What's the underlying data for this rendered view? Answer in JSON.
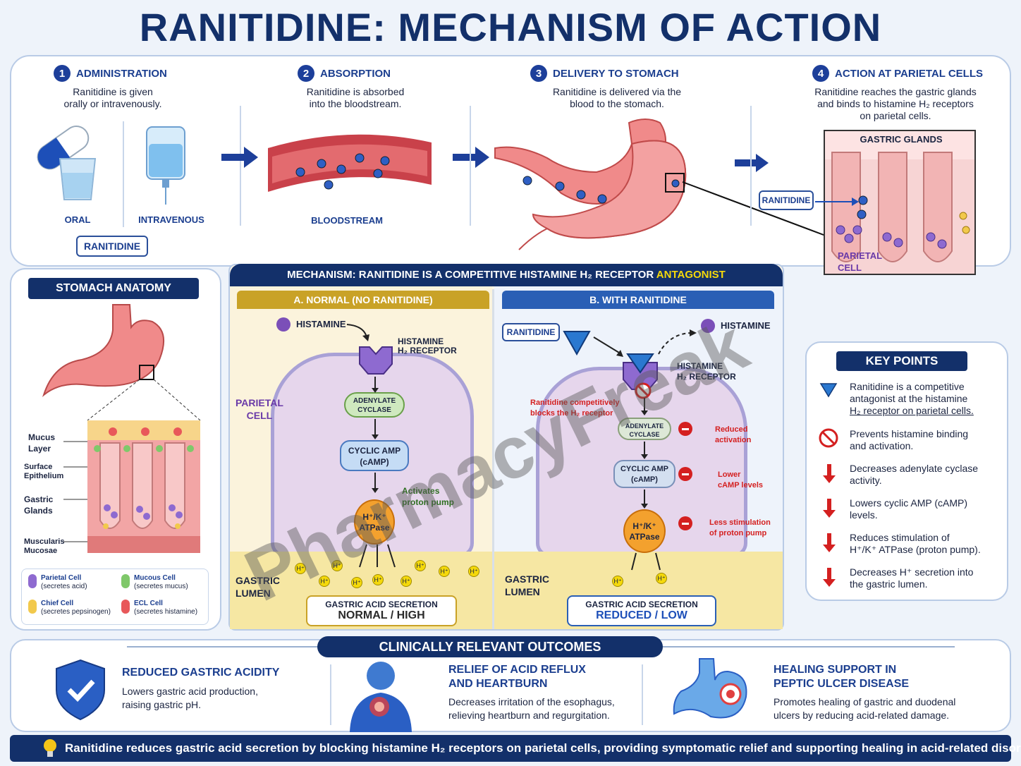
{
  "title": "RANITIDINE: MECHANISM OF ACTION",
  "steps": [
    {
      "num": "1",
      "heading": "ADMINISTRATION",
      "desc_line1": "Ranitidine is given",
      "desc_line2": "orally or intravenously.",
      "labels": [
        "ORAL",
        "INTRAVENOUS"
      ],
      "tag": "RANITIDINE"
    },
    {
      "num": "2",
      "heading": "ABSORPTION",
      "desc_line1": "Ranitidine is absorbed",
      "desc_line2": "into the bloodstream.",
      "labels": [
        "BLOODSTREAM"
      ]
    },
    {
      "num": "3",
      "heading": "DELIVERY TO STOMACH",
      "desc_line1": "Ranitidine is delivered via the",
      "desc_line2": "blood to the stomach."
    },
    {
      "num": "4",
      "heading": "ACTION AT PARIETAL CELLS",
      "desc_line1": "Ranitidine reaches the gastric glands",
      "desc_line2": "and binds to histamine H₂ receptors",
      "desc_line3": "on parietal cells.",
      "box_title": "GASTRIC GLANDS",
      "tag": "RANITIDINE",
      "cell_label_1": "PARIETAL",
      "cell_label_2": "CELL"
    }
  ],
  "anatomy": {
    "title": "STOMACH ANATOMY",
    "layers": [
      {
        "line1": "Mucus",
        "line2": "Layer"
      },
      {
        "line1": "Surface",
        "line2": "Epithelium"
      },
      {
        "line1": "Gastric",
        "line2": "Glands"
      },
      {
        "line1": "Muscularis",
        "line2": "Mucosae"
      }
    ],
    "legend": [
      {
        "name": "Parietal Cell",
        "note": "(secretes acid)",
        "color": "#8e6ad0"
      },
      {
        "name": "Mucous Cell",
        "note": "(secretes mucus)",
        "color": "#7fc86a"
      },
      {
        "name": "Chief Cell",
        "note": "(secretes pepsinogen)",
        "color": "#f2c94c"
      },
      {
        "name": "ECL Cell",
        "note": "(secretes histamine)",
        "color": "#e8585a"
      }
    ]
  },
  "mechanism": {
    "title_main": "MECHANISM: RANITIDINE IS A COMPETITIVE HISTAMINE H₂ RECEPTOR ",
    "title_highlight": "ANTAGONIST",
    "normal": {
      "header": "A. NORMAL (NO RANITIDINE)",
      "histamine": "HISTAMINE",
      "receptor_1": "HISTAMINE",
      "receptor_2": "H₂ RECEPTOR",
      "cell_1": "PARIETAL",
      "cell_2": "CELL",
      "adenylate_1": "ADENYLATE",
      "adenylate_2": "CYCLASE",
      "camp_1": "CYCLIC AMP",
      "camp_2": "(cAMP)",
      "pump_note_1": "Activates",
      "pump_note_2": "proton pump",
      "pump_1": "H⁺/K⁺",
      "pump_2": "ATPase",
      "lumen_1": "GASTRIC",
      "lumen_2": "LUMEN",
      "proton": "H⁺",
      "secretion_label": "GASTRIC ACID SECRETION",
      "secretion_value": "NORMAL / HIGH"
    },
    "with": {
      "header": "B. WITH RANITIDINE",
      "ranitidine": "RANITIDINE",
      "histamine": "HISTAMINE",
      "receptor_1": "HISTAMINE",
      "receptor_2": "H₂ RECEPTOR",
      "block_1": "Ranitidine competitively",
      "block_2": "blocks the H₂ receptor",
      "adenylate_1": "ADENYLATE",
      "adenylate_2": "CYCLASE",
      "camp_1": "CYCLIC AMP",
      "camp_2": "(cAMP)",
      "pump_1": "H⁺/K⁺",
      "pump_2": "ATPase",
      "effects": [
        {
          "line1": "Reduced",
          "line2": "activation"
        },
        {
          "line1": "Lower",
          "line2": "cAMP levels"
        },
        {
          "line1": "Less stimulation",
          "line2": "of proton pump"
        }
      ],
      "lumen_1": "GASTRIC",
      "lumen_2": "LUMEN",
      "proton": "H⁺",
      "secretion_label": "GASTRIC ACID SECRETION",
      "secretion_value": "REDUCED / LOW"
    }
  },
  "key_points": {
    "title": "KEY POINTS",
    "items": [
      {
        "icon": "blue-triangle",
        "l1": "Ranitidine is a competitive",
        "l2": "antagonist at the histamine",
        "l3": "H₂ receptor on parietal cells."
      },
      {
        "icon": "prohibited",
        "l1": "Prevents histamine binding",
        "l2": "and activation.",
        "l3": ""
      },
      {
        "icon": "red-down-arrow",
        "l1": "Decreases adenylate cyclase",
        "l2": "activity.",
        "l3": ""
      },
      {
        "icon": "red-down-arrow",
        "l1": "Lowers cyclic AMP (cAMP)",
        "l2": "levels.",
        "l3": ""
      },
      {
        "icon": "red-down-arrow",
        "l1": "Reduces stimulation of",
        "l2": "H⁺/K⁺ ATPase (proton pump).",
        "l3": ""
      },
      {
        "icon": "red-down-arrow",
        "l1": "Decreases H⁺ secretion into",
        "l2": "the gastric lumen.",
        "l3": ""
      }
    ]
  },
  "outcomes": {
    "title": "CLINICALLY RELEVANT OUTCOMES",
    "items": [
      {
        "icon": "shield-check",
        "t1": "REDUCED GASTRIC ACIDITY",
        "t2": "",
        "d1": "Lowers gastric acid production,",
        "d2": "raising gastric pH."
      },
      {
        "icon": "heartburn-person",
        "t1": "RELIEF OF ACID REFLUX",
        "t2": "AND HEARTBURN",
        "d1": "Decreases irritation of the esophagus,",
        "d2": "relieving heartburn and regurgitation."
      },
      {
        "icon": "stomach-target",
        "t1": "HEALING SUPPORT IN",
        "t2": "PEPTIC ULCER DISEASE",
        "d1": "Promotes healing of gastric and duodenal",
        "d2": "ulcers by reducing acid-related damage."
      }
    ]
  },
  "footer": "Ranitidine reduces gastric acid secretion by blocking histamine H₂ receptors on parietal cells, providing symptomatic relief and supporting healing in acid-related disorders.",
  "watermark": "PharmacyFreak",
  "colors": {
    "navy": "#13306a",
    "accent_blue": "#1d3f9a",
    "red": "#d42020",
    "gold": "#c9a227",
    "highlight": "#f5d90a"
  }
}
